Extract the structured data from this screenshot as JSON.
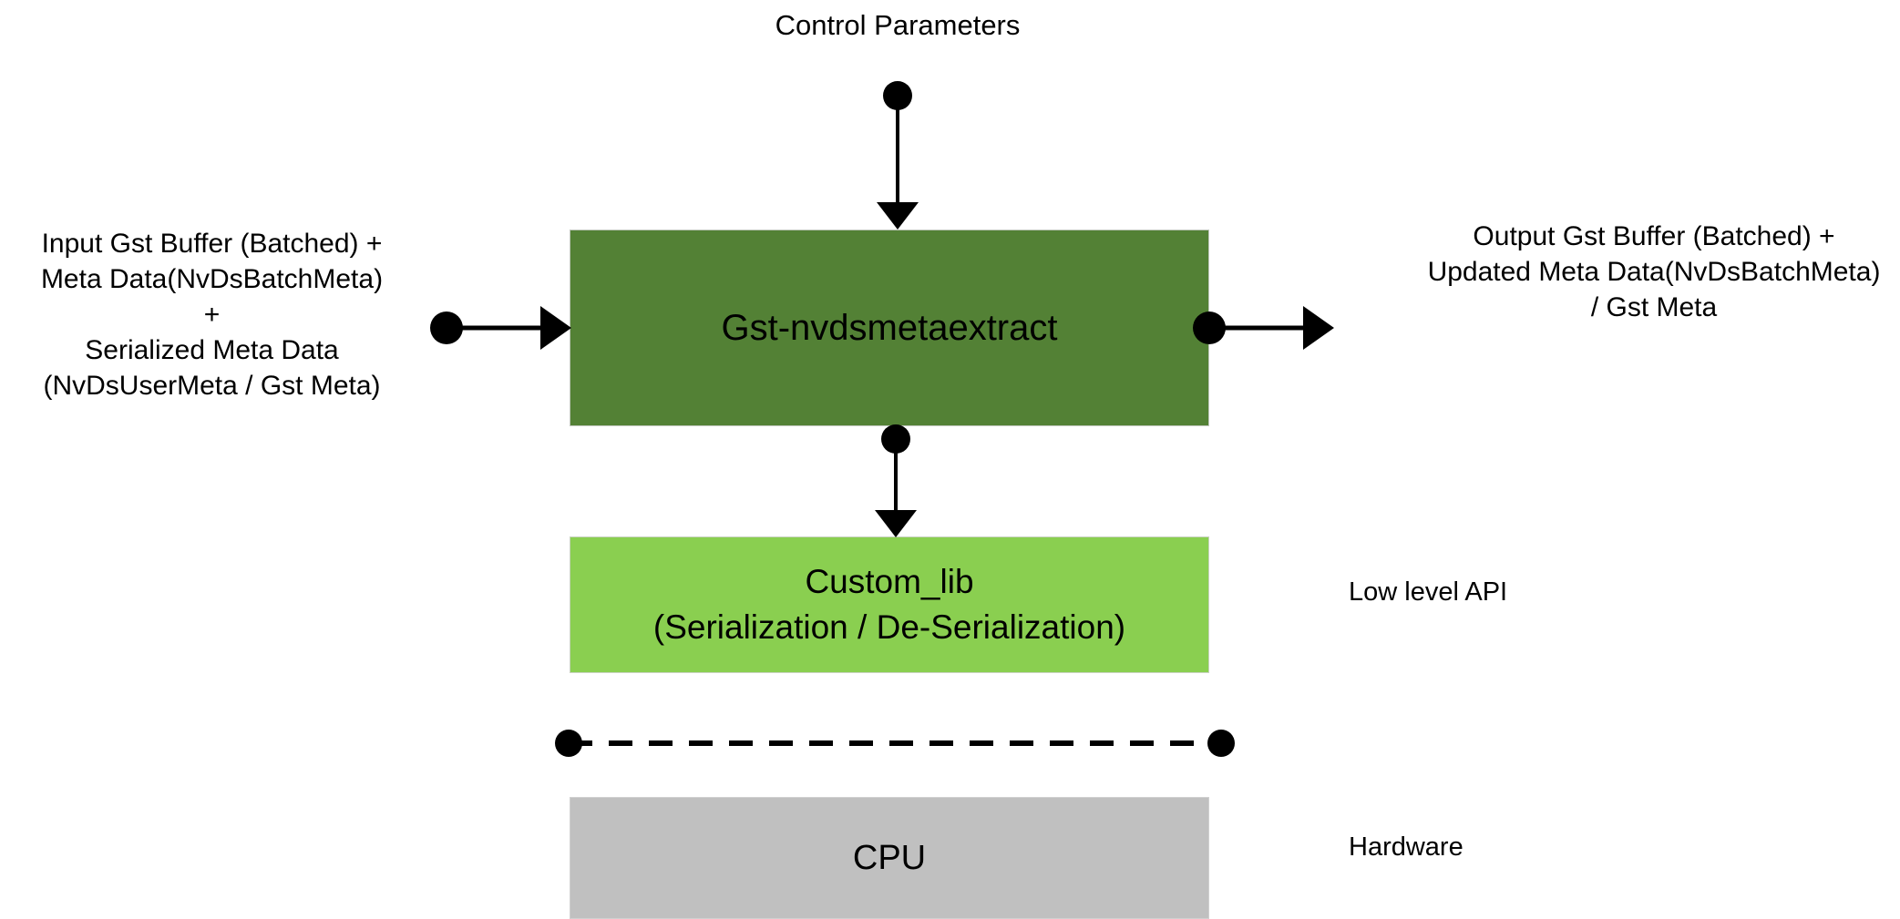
{
  "diagram": {
    "title_label": "Control Parameters",
    "input_label": "Input Gst Buffer (Batched) +\nMeta Data(NvDsBatchMeta)\n+\nSerialized Meta Data\n(NvDsUserMeta / Gst Meta)",
    "output_label": "Output Gst Buffer (Batched) +\nUpdated Meta Data(NvDsBatchMeta)\n/ Gst Meta",
    "main_box": {
      "label": "Gst-nvdsmetaextract",
      "color": "#538135"
    },
    "custom_lib_box": {
      "line1": "Custom_lib",
      "line2": "(Serialization / De-Serialization)",
      "color": "#8ACF50"
    },
    "cpu_box": {
      "label": "CPU",
      "color": "#C0C0C0"
    },
    "side_annotations": {
      "low_level_api": "Low level API",
      "hardware": "Hardware"
    },
    "connectors": {
      "stroke_color": "#000000",
      "control_arrow": "down-arrow-with-dot",
      "input_arrow": "right-arrow-with-dot",
      "output_arrow": "right-arrow-with-dot",
      "custom_lib_arrow": "down-arrow-with-dot",
      "hardware_link": "dashed-line-with-dots"
    }
  }
}
